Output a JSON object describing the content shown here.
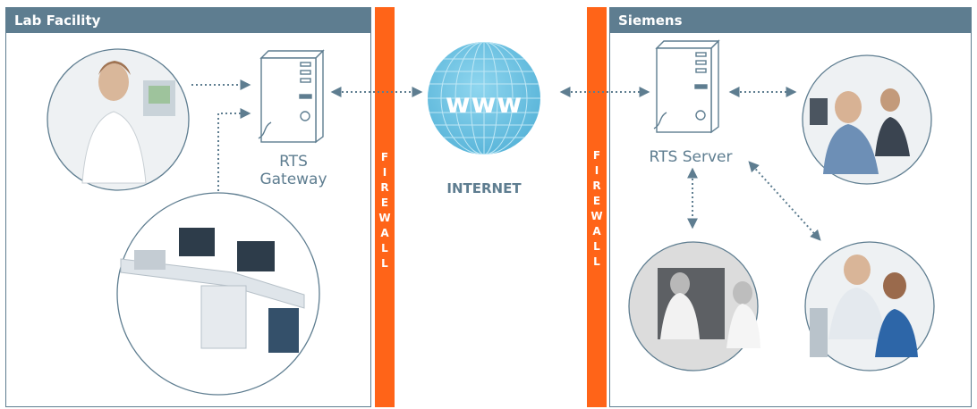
{
  "left_panel": {
    "title": "Lab Facility"
  },
  "right_panel": {
    "title": "Siemens"
  },
  "firewall_left": {
    "label": "FIREWALL"
  },
  "firewall_right": {
    "label": "FIREWALL"
  },
  "gateway": {
    "label_line1": "RTS",
    "label_line2": "Gateway"
  },
  "server": {
    "label": "RTS Server"
  },
  "internet": {
    "label": "INTERNET",
    "globe_text": "www"
  },
  "colors": {
    "header": "#5e7d90",
    "firewall": "#ff6418",
    "globe": "#6fc3e3",
    "arrow": "#5e7d90"
  }
}
